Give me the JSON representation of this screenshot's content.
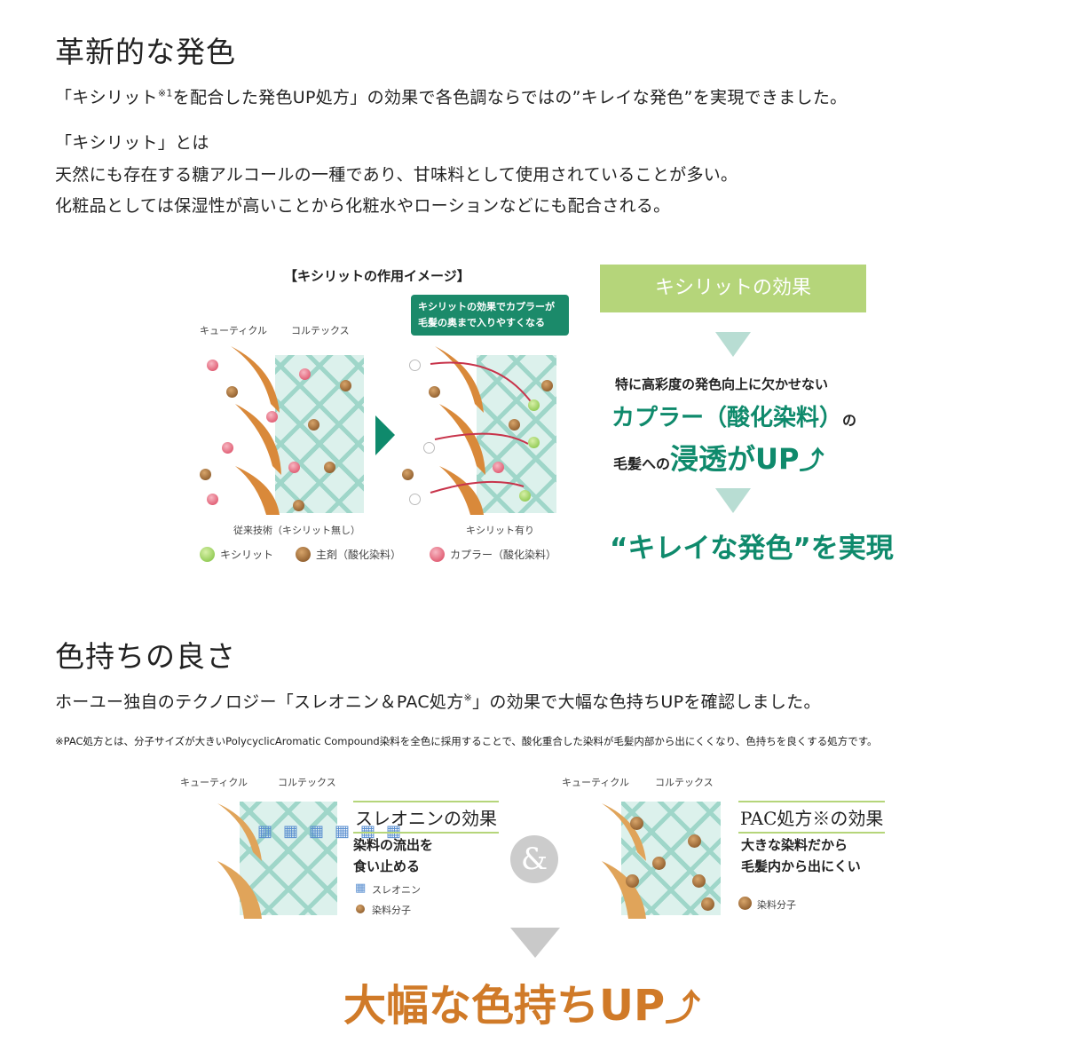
{
  "section1": {
    "title": "革新的な発色",
    "lead_before": "「キシリット",
    "lead_sup": "※1",
    "lead_after": "を配合した発色UP処方」の効果で各色調ならではの”キレイな発色”を実現できました。",
    "def_title": "「キシリット」とは",
    "def_line1": "天然にも存在する糖アルコールの一種であり、甘味料として使用されていることが多い。",
    "def_line2": "化粧品としては保湿性が高いことから化粧水やローションなどにも配合される。",
    "figure": {
      "title": "【キシリットの作用イメージ】",
      "cuticle": "キューティクル",
      "cortex": "コルテックス",
      "callout_line1": "キシリットの効果でカプラーが",
      "callout_line2": "毛髪の奥まで入りやすくなる",
      "caption_left": "従来技術（キシリット無し）",
      "caption_right": "キシリット有り",
      "legend": [
        "キシリット",
        "主剤（酸化染料）",
        "カプラー（酸化染料）"
      ],
      "effect_header": "キシリットの効果",
      "effect_line1": "特に高彩度の発色向上に欠かせない",
      "effect_line2a": "カプラー（酸化染料）",
      "effect_line2b": "の",
      "effect_line3a": "毛髪への",
      "effect_line3b": "浸透がUP",
      "result": "“キレイな発色”を実現"
    }
  },
  "section2": {
    "title": "色持ちの良さ",
    "lead_before": "ホーユー独自のテクノロジー「スレオニン＆PAC処方",
    "lead_sup": "※",
    "lead_after": "」の効果で大幅な色持ちUPを確認しました。",
    "footnote": "※PAC処方とは、分子サイズが大きいPolycyclicAromatic Compound染料を全色に採用することで、酸化重合した染料が毛髪内部から出にくくなり、色持ちを良くする処方です。",
    "figure": {
      "cuticle": "キューティクル",
      "cortex": "コルテックス",
      "left_title": "スレオニンの効果",
      "left_line1": "染料の流出を",
      "left_line2": "食い止める",
      "left_legend1": "スレオニン",
      "left_legend2": "染料分子",
      "amp": "&",
      "right_title": "PAC処方※の効果",
      "right_line1": "大きな染料だから",
      "right_line2": "毛髪内から出にくい",
      "right_legend": "染料分子",
      "result": "大幅な色持ちUP"
    }
  },
  "colors": {
    "green_dark": "#0f8a6c",
    "green_light": "#b5d57a",
    "orange": "#d07a28"
  }
}
